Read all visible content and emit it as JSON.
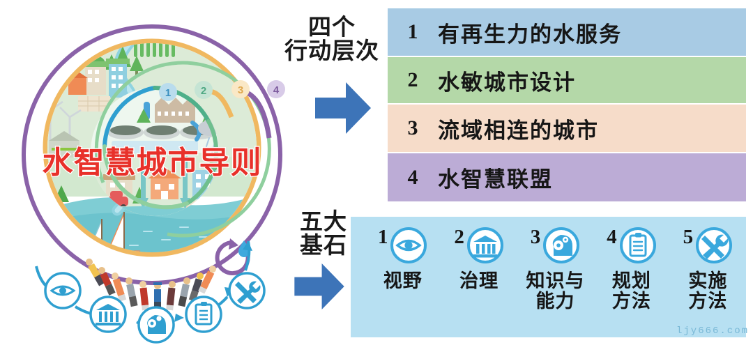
{
  "arrow_labels": {
    "four_levels": {
      "line1": "四个",
      "line2": "行动层次"
    },
    "five_pillars": {
      "line1": "五大",
      "line2": "基石"
    }
  },
  "circle": {
    "center_title": "水智慧城市导则",
    "title_color": "#e8312a",
    "ring_numbers": [
      "1",
      "2",
      "3",
      "4"
    ],
    "ring_colors": [
      "#2f9fd0",
      "#4fb08a",
      "#f6c56a",
      "#8a62a8"
    ],
    "outer_ring_color": "#8a62a8",
    "inner_ring_color": "#f0b860",
    "bottom_icons": [
      "eye-icon",
      "bank-icon",
      "head-gears-icon",
      "clipboard-icon",
      "tools-icon"
    ],
    "droplet_icon": "water-droplet-recycle-icon"
  },
  "action_levels": {
    "rows": [
      {
        "number": "1",
        "text": "有再生力的水服务",
        "color": "#a8cbe4"
      },
      {
        "number": "2",
        "text": "水敏城市设计",
        "color": "#b4d8a8"
      },
      {
        "number": "3",
        "text": "流域相连的城市",
        "color": "#f6dcc9"
      },
      {
        "number": "4",
        "text": "水智慧联盟",
        "color": "#bcacd6"
      }
    ]
  },
  "foundations": {
    "background": "#b7e0f2",
    "items": [
      {
        "number": "1",
        "icon": "eye-icon",
        "label_line1": "视野",
        "label_line2": ""
      },
      {
        "number": "2",
        "icon": "bank-icon",
        "label_line1": "治理",
        "label_line2": ""
      },
      {
        "number": "3",
        "icon": "head-gears-icon",
        "label_line1": "知识与",
        "label_line2": "能力"
      },
      {
        "number": "4",
        "icon": "clipboard-icon",
        "label_line1": "规划",
        "label_line2": "方法"
      },
      {
        "number": "5",
        "icon": "tools-icon",
        "label_line1": "实施",
        "label_line2": "方法"
      }
    ]
  },
  "arrows": {
    "color": "#3d74b8"
  },
  "watermark": "ljy666.com"
}
